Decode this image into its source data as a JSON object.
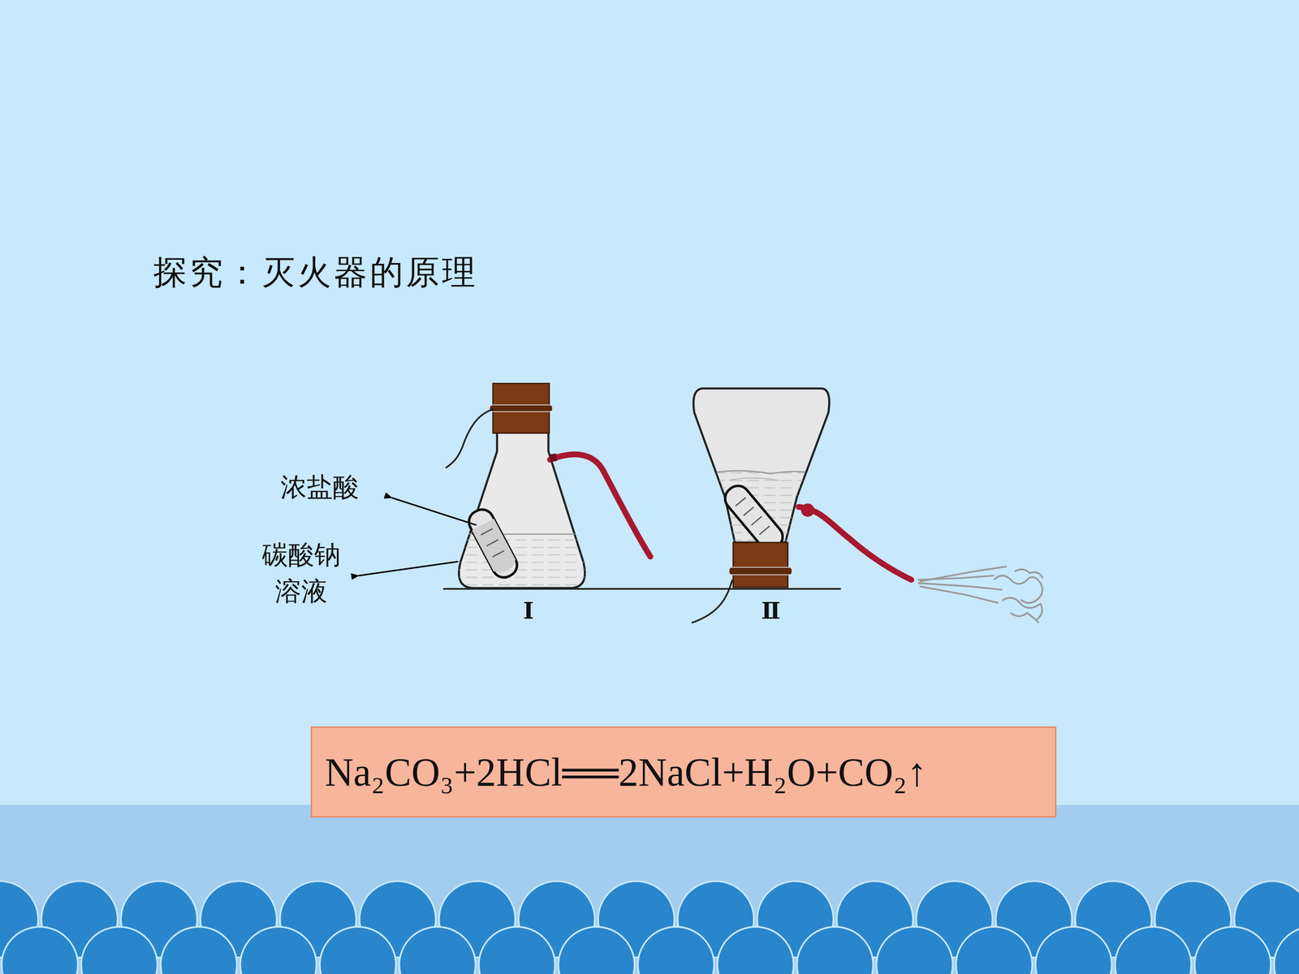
{
  "diagram": {
    "title": "探究：灭火器的原理",
    "nodes": [
      {
        "text": [
          "Na₂CO₃+2HCl══2NaCl+H₂O+CO₂↑"
        ]
      }
    ],
    "labels": [
      "浓盐酸",
      "碳酸钠 溶液",
      "Ⅰ",
      "Ⅱ"
    ]
  }
}
